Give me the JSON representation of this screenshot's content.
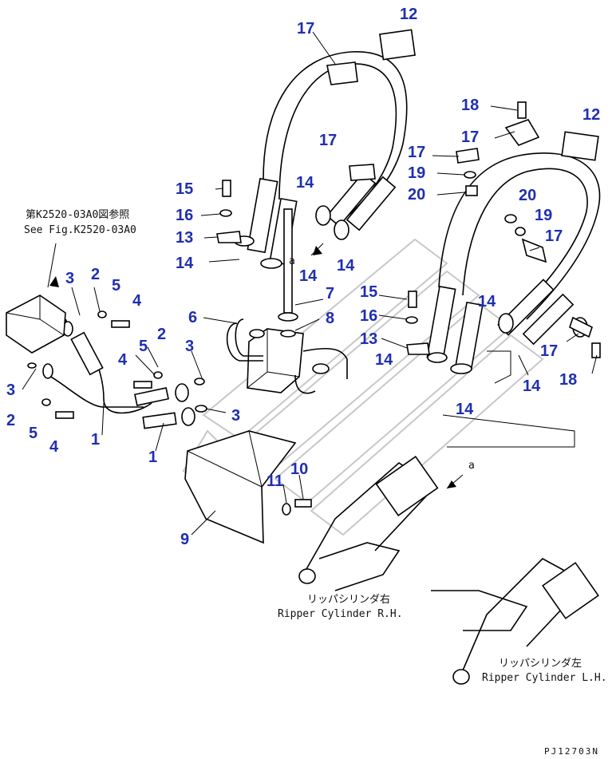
{
  "references": {
    "see_fig_jp": "第K2520-03A0図参照",
    "see_fig_en": "See Fig.K2520-03A0",
    "ripper_rh_jp": "リッパシリンダ右",
    "ripper_rh_en": "Ripper Cylinder R.H.",
    "ripper_lh_jp": "リッパシリンダ左",
    "ripper_lh_en": "Ripper Cylinder L.H.",
    "view_a_1": "a",
    "view_a_2": "a",
    "drawing_no": "PJ12703N"
  },
  "callouts": [
    {
      "id": "c12a",
      "label": "12"
    },
    {
      "id": "c17a",
      "label": "17"
    },
    {
      "id": "c18a",
      "label": "18"
    },
    {
      "id": "c12b",
      "label": "12"
    },
    {
      "id": "c17b",
      "label": "17"
    },
    {
      "id": "c17c",
      "label": "17"
    },
    {
      "id": "c17d",
      "label": "17"
    },
    {
      "id": "c19a",
      "label": "19"
    },
    {
      "id": "c20a",
      "label": "20"
    },
    {
      "id": "c20b",
      "label": "20"
    },
    {
      "id": "c19b",
      "label": "19"
    },
    {
      "id": "c17e",
      "label": "17"
    },
    {
      "id": "c15a",
      "label": "15"
    },
    {
      "id": "c14a",
      "label": "14"
    },
    {
      "id": "c16a",
      "label": "16"
    },
    {
      "id": "c13a",
      "label": "13"
    },
    {
      "id": "c14b",
      "label": "14"
    },
    {
      "id": "c14c",
      "label": "14"
    },
    {
      "id": "c14d",
      "label": "14"
    },
    {
      "id": "c3a",
      "label": "3"
    },
    {
      "id": "c2a",
      "label": "2"
    },
    {
      "id": "c5a",
      "label": "5"
    },
    {
      "id": "c4a",
      "label": "4"
    },
    {
      "id": "c7",
      "label": "7"
    },
    {
      "id": "c15b",
      "label": "15"
    },
    {
      "id": "c14e",
      "label": "14"
    },
    {
      "id": "c6",
      "label": "6"
    },
    {
      "id": "c8",
      "label": "8"
    },
    {
      "id": "c16b",
      "label": "16"
    },
    {
      "id": "c2b",
      "label": "2"
    },
    {
      "id": "c3b",
      "label": "3"
    },
    {
      "id": "c5b",
      "label": "5"
    },
    {
      "id": "c4b",
      "label": "4"
    },
    {
      "id": "c13b",
      "label": "13"
    },
    {
      "id": "c14f",
      "label": "14"
    },
    {
      "id": "c17f",
      "label": "17"
    },
    {
      "id": "c14g",
      "label": "14"
    },
    {
      "id": "c18b",
      "label": "18"
    },
    {
      "id": "c3c",
      "label": "3"
    },
    {
      "id": "c2c",
      "label": "2"
    },
    {
      "id": "c5c",
      "label": "5"
    },
    {
      "id": "c4c",
      "label": "4"
    },
    {
      "id": "c1a",
      "label": "1"
    },
    {
      "id": "c3d",
      "label": "3"
    },
    {
      "id": "c14h",
      "label": "14"
    },
    {
      "id": "c1b",
      "label": "1"
    },
    {
      "id": "c10",
      "label": "10"
    },
    {
      "id": "c11",
      "label": "11"
    },
    {
      "id": "c9",
      "label": "9"
    }
  ]
}
